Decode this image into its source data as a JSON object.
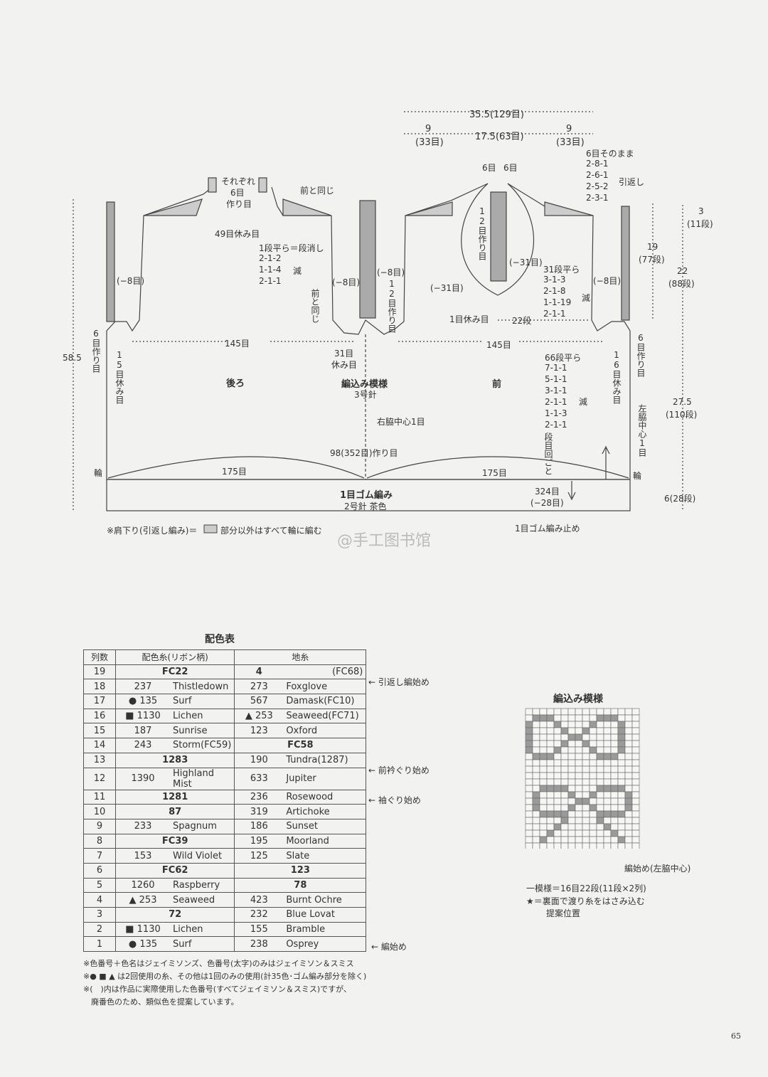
{
  "top_dims": {
    "total": "35.5(129目)",
    "left_a": "9",
    "left_b": "(33目)",
    "mid": "17.5(63目)",
    "right_a": "9",
    "right_b": "(33目)"
  },
  "schematic": {
    "each_6_cast_on_a": "それぞれ",
    "each_6_cast_on_b": "6目",
    "each_6_cast_on_c": "作り目",
    "same_as_front": "前と同じ",
    "hold_49": "49目休み目",
    "dec_heading": "1段平ら＝段消し",
    "back_dec": [
      "2-1-2",
      "1-1-4",
      "2-1-1"
    ],
    "dec_label": "減",
    "minus8": "(−8目)",
    "same_as_front_vert": "前と同じ",
    "cast_12": "12目作り目",
    "six_left": "6目",
    "six_right": "6目",
    "six_keep": "6目そのまま",
    "short_rows": [
      "2-8-1",
      "2-6-1",
      "2-5-2",
      "2-3-1"
    ],
    "short_rows_label": "引返し",
    "minus31_a": "(−31目)",
    "minus31_b": "(−31目)",
    "neck_flat": "31段平ら",
    "neck_dec": [
      "3-1-3",
      "2-1-8",
      "1-1-19",
      "2-1-1"
    ],
    "hold_1": "1目休み目",
    "rows_22": "22段",
    "sts_145_left": "145目",
    "sts_145_right": "145目",
    "hold_31_a": "31目",
    "hold_31_b": "休み目",
    "cast_6_left": "6目作り目",
    "hold_15": "15目休み目",
    "back": "後ろ",
    "pattern": "編込み模様",
    "needle3": "3号針",
    "front": "前",
    "side_right": "右脇中心1目",
    "side_left": "左脇中心1目",
    "flat66": "66段平ら",
    "side_dec": [
      "7-1-1",
      "5-1-1",
      "3-1-1",
      "2-1-1",
      "1-1-3",
      "2-1-1"
    ],
    "side_dec_label": "減",
    "every_row": "段目回ごと",
    "hold_16": "16目休み目",
    "cast_6_right": "6目作り目",
    "cast_on_total": "98(352目)作り目",
    "ring_left": "輪",
    "ring_right": "輪",
    "sts_175_left": "175目",
    "sts_175_right": "175目",
    "rib_title": "1目ゴム編み",
    "rib_needle": "2号針 茶色",
    "rib_sts_a": "324目",
    "rib_sts_b": "(−28目)",
    "bind_off": "1目ゴム編み止め",
    "height_total": "58.5",
    "r_3": "3",
    "r_3b": "(11段)",
    "r_19": "19",
    "r_19b": "(77段)",
    "r_22": "22",
    "r_22b": "(88段)",
    "r_275": "27.5",
    "r_275b": "(110段)",
    "r_6": "6(28段)",
    "note_a": "※肩下り(引返し編み)＝",
    "note_b": "部分以外はすべて輪に編む",
    "watermark": "@手工图书馆"
  },
  "color_table": {
    "title": "配色表",
    "headers": [
      "列数",
      "配色糸(リボン柄)",
      "地糸"
    ],
    "rows": [
      {
        "n": "19",
        "a_span": "FC22",
        "g_num": "4",
        "g_name": "(FC68)"
      },
      {
        "n": "18",
        "a_num": "237",
        "a_name": "Thistledown",
        "g_num": "273",
        "g_name": "Foxglove"
      },
      {
        "n": "17",
        "a_num": "● 135",
        "a_name": "Surf",
        "g_num": "567",
        "g_name": "Damask(FC10)"
      },
      {
        "n": "16",
        "a_num": "■ 1130",
        "a_name": "Lichen",
        "g_num": "▲ 253",
        "g_name": "Seaweed(FC71)"
      },
      {
        "n": "15",
        "a_num": "187",
        "a_name": "Sunrise",
        "g_num": "123",
        "g_name": "Oxford"
      },
      {
        "n": "14",
        "a_num": "243",
        "a_name": "Storm(FC59)",
        "g_span": "FC58"
      },
      {
        "n": "13",
        "a_span": "1283",
        "g_num": "190",
        "g_name": "Tundra(1287)"
      },
      {
        "n": "12",
        "a_num": "1390",
        "a_name": "Highland Mist",
        "g_num": "633",
        "g_name": "Jupiter"
      },
      {
        "n": "11",
        "a_span": "1281",
        "g_num": "236",
        "g_name": "Rosewood"
      },
      {
        "n": "10",
        "a_span": "87",
        "g_num": "319",
        "g_name": "Artichoke"
      },
      {
        "n": "9",
        "a_num": "233",
        "a_name": "Spagnum",
        "g_num": "186",
        "g_name": "Sunset"
      },
      {
        "n": "8",
        "a_span": "FC39",
        "g_num": "195",
        "g_name": "Moorland"
      },
      {
        "n": "7",
        "a_num": "153",
        "a_name": "Wild Violet",
        "g_num": "125",
        "g_name": "Slate"
      },
      {
        "n": "6",
        "a_span": "FC62",
        "g_span": "123"
      },
      {
        "n": "5",
        "a_num": "1260",
        "a_name": "Raspberry",
        "g_span": "78"
      },
      {
        "n": "4",
        "a_num": "▲ 253",
        "a_name": "Seaweed",
        "g_num": "423",
        "g_name": "Burnt Ochre"
      },
      {
        "n": "3",
        "a_span": "72",
        "g_num": "232",
        "g_name": "Blue Lovat"
      },
      {
        "n": "2",
        "a_num": "■ 1130",
        "a_name": "Lichen",
        "g_num": "155",
        "g_name": "Bramble"
      },
      {
        "n": "1",
        "a_num": "● 135",
        "a_name": "Surf",
        "g_num": "238",
        "g_name": "Osprey"
      }
    ],
    "side_notes": {
      "row19": "← 引返し編始め",
      "row13": "← 前衿ぐり始め",
      "row11": "← 袖ぐり始め",
      "row1": "← 編始め"
    },
    "footnotes": [
      "※色番号＋色名はジェイミソンズ、色番号(太字)のみはジェイミソン＆スミス",
      "※● ■ ▲ は2回使用の糸、その他は1回のみの使用(計35色･ゴム編み部分を除く)",
      "※(　)内は作品に実際使用した色番号(すべてジェイミソン＆スミス)ですが、",
      "　廃番色のため、類似色を提案しています。"
    ]
  },
  "chart": {
    "title": "編込み模様",
    "start_note": "編始め(左脇中心)",
    "repeat": "一模様＝16目22段(11段×2列)",
    "star_note_a": "★＝裏面で渡り糸をはさみ込む",
    "star_note_b": "提案位置"
  },
  "page_number": "65"
}
